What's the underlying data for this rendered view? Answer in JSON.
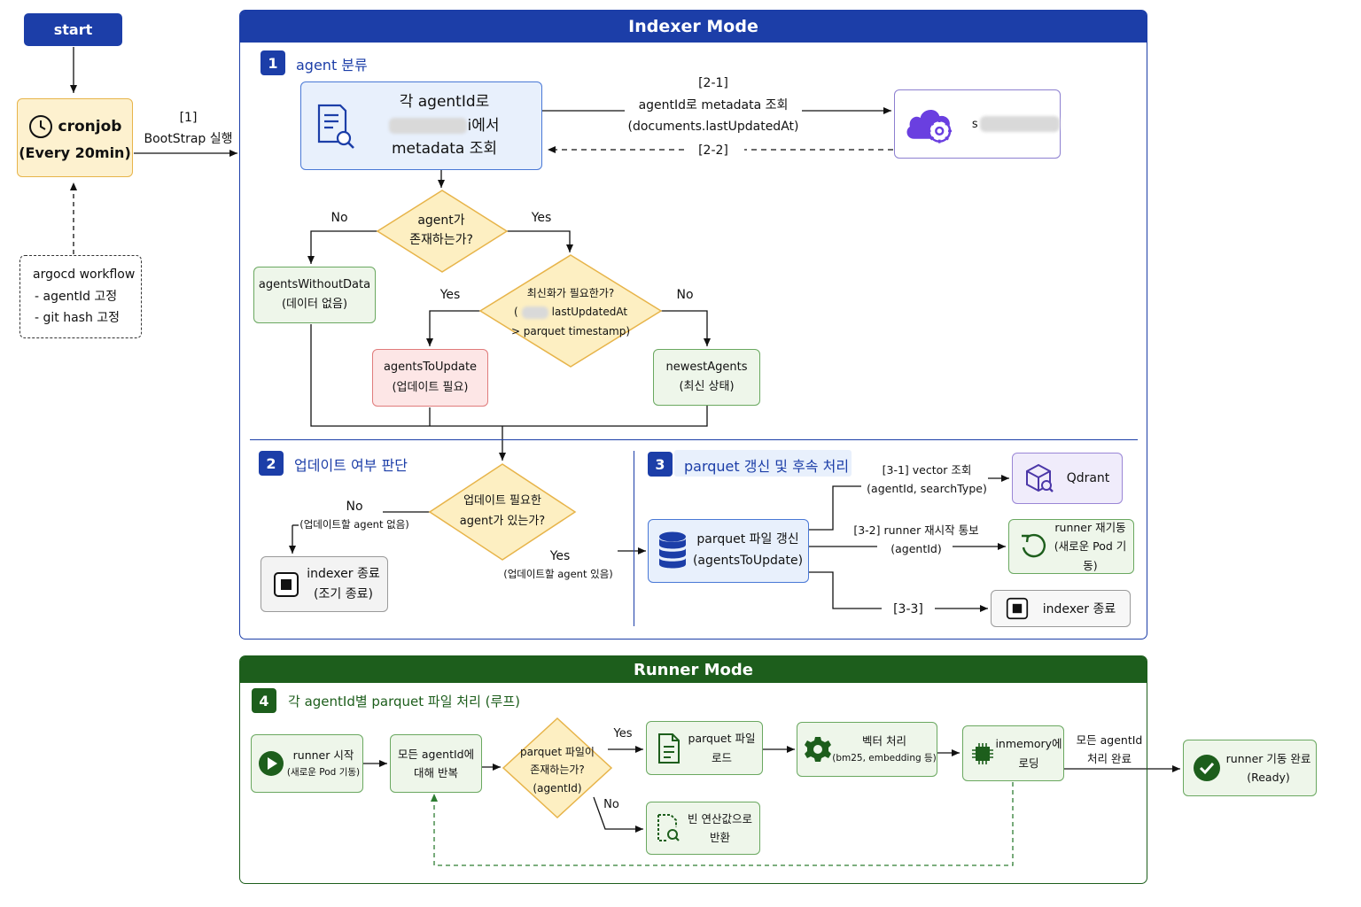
{
  "start": "start",
  "cronjob": {
    "line1": "cronjob",
    "line2": "(Every 20min)"
  },
  "argocd": {
    "line1": "argocd workflow",
    "line2": "- agentId 고정",
    "line3": "- git hash 고정"
  },
  "bootstrap": {
    "tag": "[1]",
    "text": "BootStrap 실행"
  },
  "indexer": {
    "title": "Indexer Mode",
    "sec1": {
      "num": "1",
      "title": "agent 분류"
    },
    "fetch": {
      "line1": "각 agentId로",
      "line2": "i에서",
      "line3": "metadata 조회"
    },
    "req": {
      "tag": "[2-1]",
      "line1": "agentId로 metadata 조회",
      "line2": "(documents.lastUpdatedAt)"
    },
    "resp": {
      "tag": "[2-2]"
    },
    "ext_prefix": "s",
    "d1": {
      "line1": "agent가",
      "line2": "존재하는가?",
      "no": "No",
      "yes": "Yes"
    },
    "without": {
      "line1": "agentsWithoutData",
      "line2": "(데이터 없음)"
    },
    "d2": {
      "line1": "최신화가 필요한가?",
      "line2a": "(",
      "line2b": "lastUpdatedAt",
      "line3": "> parquet timestamp)",
      "yes": "Yes",
      "no": "No"
    },
    "to_update": {
      "line1": "agentsToUpdate",
      "line2": "(업데이트 필요)"
    },
    "newest": {
      "line1": "newestAgents",
      "line2": "(최신 상태)"
    },
    "sec2": {
      "num": "2",
      "title": "업데이트 여부 판단"
    },
    "d3": {
      "line1": "업데이트 필요한",
      "line2": "agent가 있는가?",
      "no": "No",
      "no_note": "(업데이트할 agent 없음)",
      "yes": "Yes",
      "yes_note": "(업데이트할 agent 있음)"
    },
    "early_exit": {
      "line1": "indexer 종료",
      "line2": "(조기 종료)"
    },
    "sec3": {
      "num": "3",
      "title": "parquet 갱신 및 후속 처리"
    },
    "parquet_update": {
      "line1": "parquet 파일 갱신",
      "line2": "(agentsToUpdate)"
    },
    "e31": {
      "line1": "[3-1] vector 조회",
      "line2": "(agentId, searchType)"
    },
    "qdrant": "Qdrant",
    "e32": {
      "line1": "[3-2] runner 재시작 통보",
      "line2": "(agentId)"
    },
    "runner_restart": {
      "line1": "runner 재기동",
      "line2": "(새로운 Pod 기동)"
    },
    "e33": "[3-3]",
    "indexer_end": "indexer 종료"
  },
  "runner": {
    "title": "Runner Mode",
    "sec4": {
      "num": "4",
      "title": "각 agentId별 parquet 파일 처리 (루프)"
    },
    "start": {
      "line1": "runner 시작",
      "line2": "(새로운 Pod 기동)"
    },
    "loop": {
      "line1": "모든 agentId에",
      "line2": "대해 반복"
    },
    "d4": {
      "line1": "parquet 파일이",
      "line2": "존재하는가?",
      "line3": "(agentId)",
      "yes": "Yes",
      "no": "No"
    },
    "load": {
      "line1": "parquet 파일",
      "line2": "로드"
    },
    "vector": {
      "line1": "벡터 처리",
      "line2": "(bm25, embedding 등)"
    },
    "inmem": {
      "line1": "inmemory에",
      "line2": "로딩"
    },
    "empty": {
      "line1": "빈 연산값으로",
      "line2": "반환"
    },
    "all_done": {
      "line1": "모든 agentId",
      "line2": "처리 완료"
    },
    "ready": {
      "line1": "runner 기동 완료",
      "line2": "(Ready)"
    }
  },
  "colors": {
    "navy": "#1c3ea8",
    "dark_green": "#1d5e1c",
    "orange_box": "#fdf1cf",
    "diamond": "#fdefc2"
  }
}
